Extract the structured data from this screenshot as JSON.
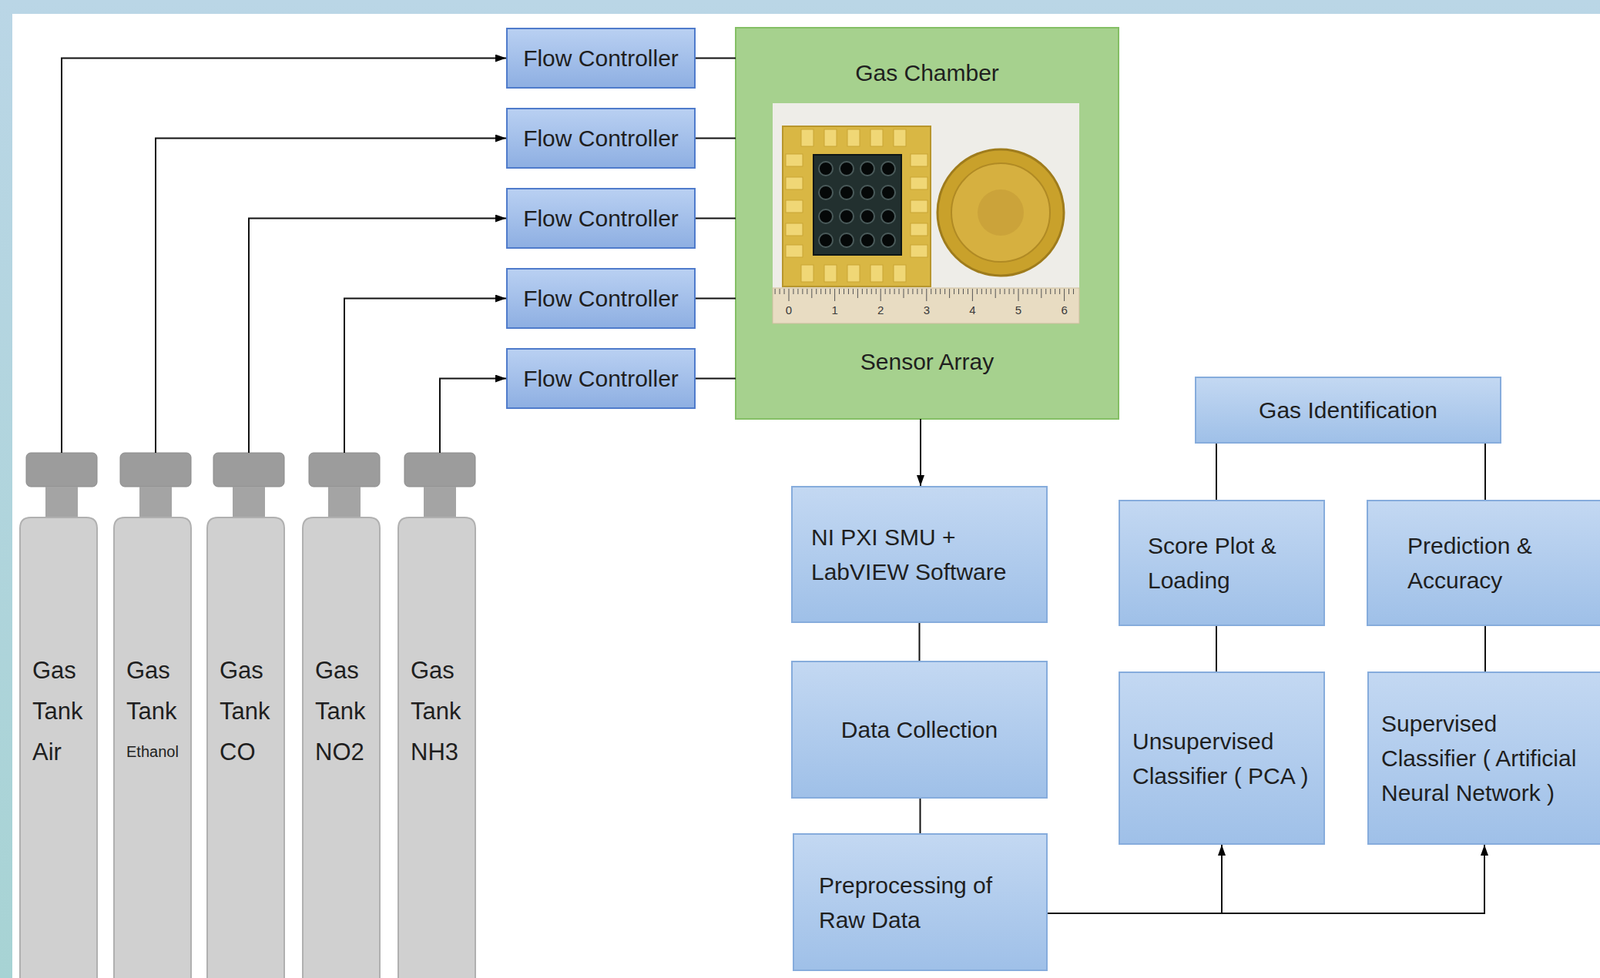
{
  "diagram": {
    "nodes": [
      {
        "text": [
          "Flow Controller"
        ]
      },
      {
        "text": [
          "Flow Controller"
        ]
      },
      {
        "text": [
          "Flow Controller"
        ]
      },
      {
        "text": [
          "Flow Controller"
        ]
      },
      {
        "text": [
          "Flow Controller"
        ]
      },
      {
        "text": [
          "Gas Chamber",
          "Sensor Array"
        ]
      },
      {
        "text": [
          "Gas Identification"
        ]
      },
      {
        "text": [
          "NI PXI SMU + LabVIEW Software"
        ]
      },
      {
        "text": [
          "Score Plot & Loading"
        ]
      },
      {
        "text": [
          "Prediction & Accuracy"
        ]
      },
      {
        "text": [
          "Data Collection"
        ]
      },
      {
        "text": [
          "Unsupervised Classifier ( PCA )"
        ]
      },
      {
        "text": [
          "Supervised Classifier ( Artificial Neural Network )"
        ]
      },
      {
        "text": [
          "Preprocessing of Raw Data"
        ]
      },
      {
        "text": [
          "Gas Tank",
          "Air"
        ]
      },
      {
        "text": [
          "Gas Tank",
          "Ethanol"
        ]
      },
      {
        "text": [
          "Gas Tank",
          "CO"
        ]
      },
      {
        "text": [
          "Gas Tank",
          "NO2"
        ]
      },
      {
        "text": [
          "Gas Tank",
          "NH3"
        ]
      }
    ],
    "edges": [
      {
        "from": 14,
        "to": 0,
        "arrow": "to"
      },
      {
        "from": 15,
        "to": 1,
        "arrow": "to"
      },
      {
        "from": 16,
        "to": 2,
        "arrow": "to"
      },
      {
        "from": 17,
        "to": 3,
        "arrow": "to"
      },
      {
        "from": 18,
        "to": 4,
        "arrow": "to"
      },
      {
        "from": 0,
        "to": 5,
        "arrow": "none"
      },
      {
        "from": 1,
        "to": 5,
        "arrow": "none"
      },
      {
        "from": 2,
        "to": 5,
        "arrow": "none"
      },
      {
        "from": 3,
        "to": 5,
        "arrow": "none"
      },
      {
        "from": 4,
        "to": 5,
        "arrow": "none"
      },
      {
        "from": 5,
        "to": 7,
        "arrow": "to"
      },
      {
        "from": 7,
        "to": 10,
        "arrow": "none"
      },
      {
        "from": 10,
        "to": 13,
        "arrow": "none"
      },
      {
        "from": 13,
        "to": 11,
        "arrow": "to"
      },
      {
        "from": 13,
        "to": 12,
        "arrow": "to"
      },
      {
        "from": 11,
        "to": 8,
        "arrow": "none"
      },
      {
        "from": 8,
        "to": 6,
        "arrow": "none"
      },
      {
        "from": 12,
        "to": 9,
        "arrow": "none"
      },
      {
        "from": 9,
        "to": 6,
        "arrow": "none"
      }
    ],
    "labels": [
      "0",
      "1",
      "2",
      "3",
      "4",
      "5",
      "6"
    ]
  }
}
